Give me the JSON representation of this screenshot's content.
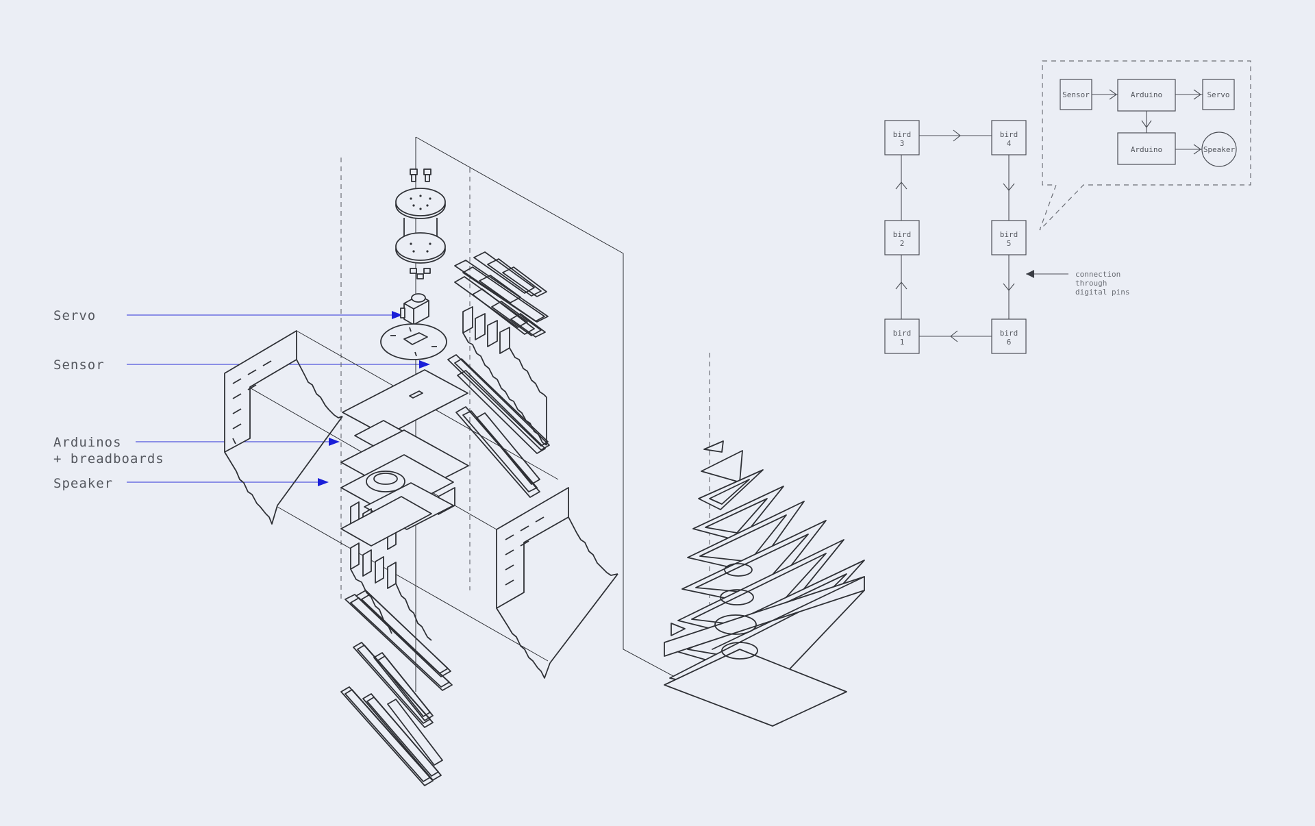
{
  "callouts": [
    {
      "id": "servo",
      "text": "Servo"
    },
    {
      "id": "sensor",
      "text": "Sensor"
    },
    {
      "id": "arduinos",
      "lines": [
        "Arduinos",
        "+ breadboards"
      ]
    },
    {
      "id": "speaker",
      "text": "Speaker"
    }
  ],
  "network": {
    "birds": [
      {
        "id": "bird3",
        "line1": "bird",
        "line2": "3"
      },
      {
        "id": "bird4",
        "line1": "bird",
        "line2": "4"
      },
      {
        "id": "bird2",
        "line1": "bird",
        "line2": "2"
      },
      {
        "id": "bird5",
        "line1": "bird",
        "line2": "5"
      },
      {
        "id": "bird1",
        "line1": "bird",
        "line2": "1"
      },
      {
        "id": "bird6",
        "line1": "bird",
        "line2": "6"
      }
    ],
    "note_lines": [
      "connection",
      "through",
      "digital pins"
    ]
  },
  "detail": {
    "sensor": "Sensor",
    "arduino_top": "Arduino",
    "servo": "Servo",
    "arduino_bottom": "Arduino",
    "speaker": "Speaker"
  },
  "colors": {
    "background": "#ebeef5",
    "line": "#2f3136",
    "leader": "#1a1fd8"
  }
}
